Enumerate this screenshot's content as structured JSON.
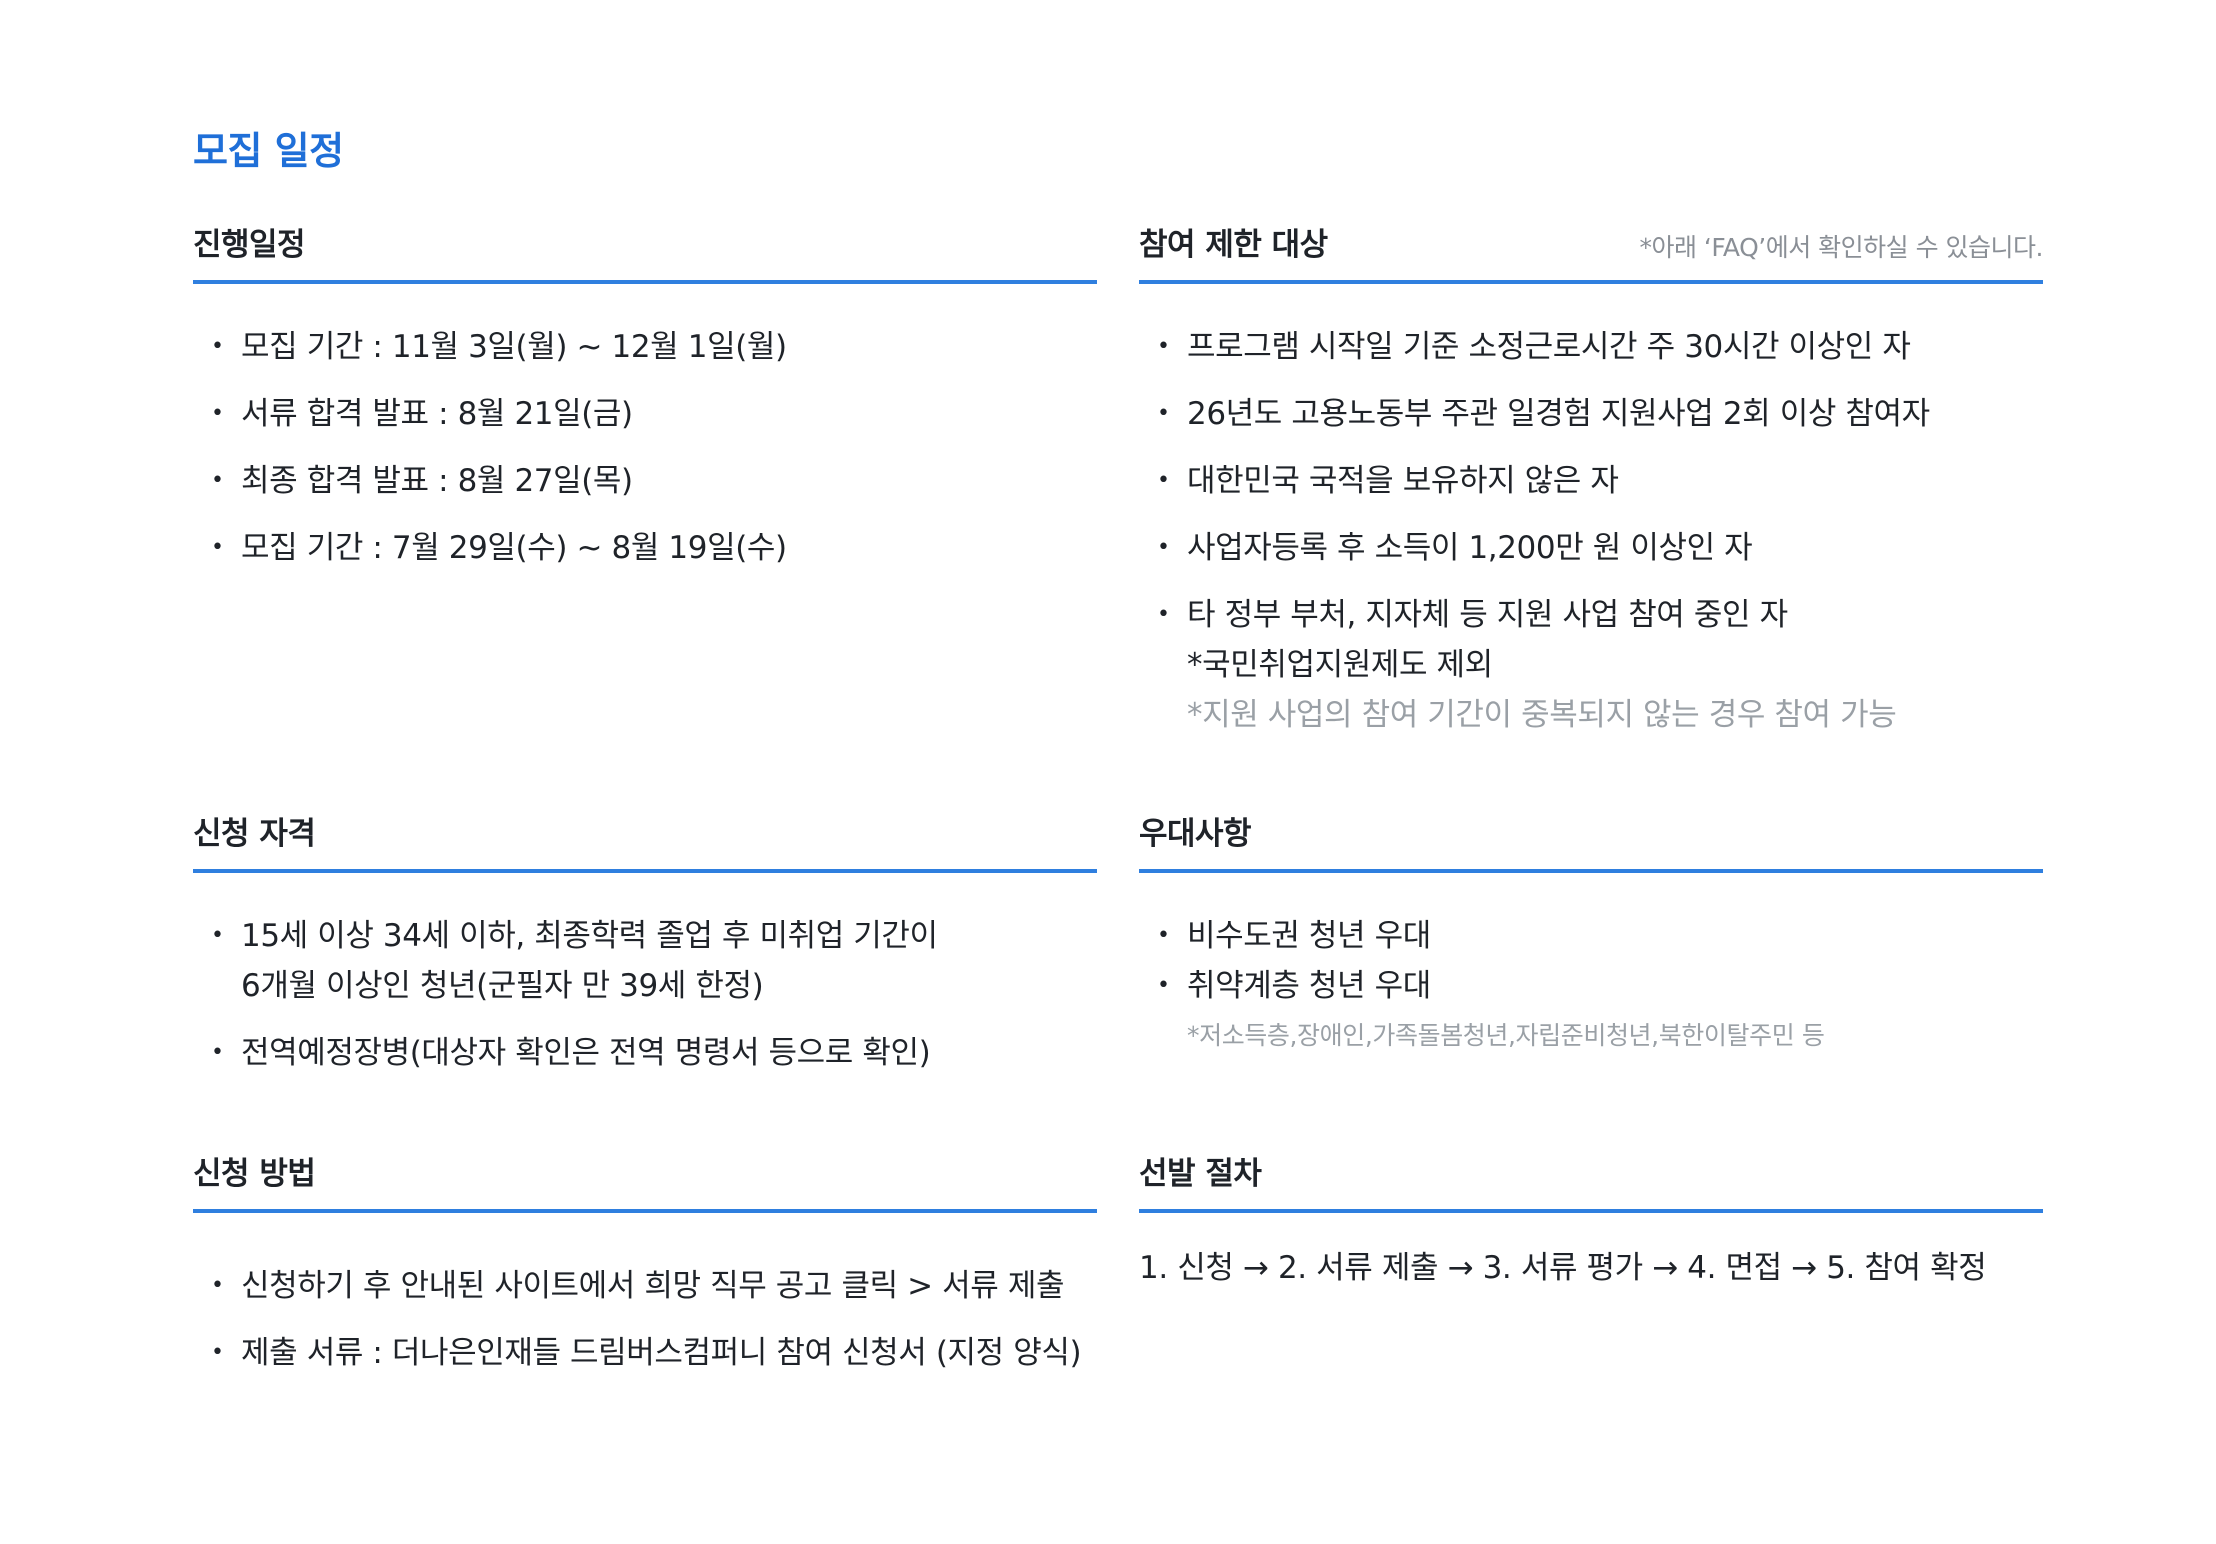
{
  "page_title": "모집 일정",
  "schedule": {
    "title": "진행일정",
    "items": [
      "모집 기간 : 11월 3일(월) ~ 12월 1일(월)",
      "서류 합격 발표 : 8월 21일(금)",
      "최종 합격 발표 : 8월 27일(목)",
      "모집 기간 : 7월 29일(수) ~ 8월 19일(수)"
    ]
  },
  "restriction": {
    "title": "참여 제한 대상",
    "note": "*아래 ‘FAQ’에서 확인하실 수 있습니다.",
    "items": [
      "프로그램 시작일 기준 소정근로시간 주 30시간 이상인 자",
      "26년도 고용노동부 주관 일경험 지원사업 2회 이상 참여자",
      "대한민국 국적을 보유하지 않은 자",
      "사업자등록 후 소득이 1,200만 원 이상인 자"
    ],
    "last_item": {
      "line1": "타 정부 부처, 지자체 등 지원 사업 참여 중인 자",
      "line2": "*국민취업지원제도 제외",
      "line3": "*지원 사업의 참여 기간이 중복되지 않는 경우 참여 가능"
    }
  },
  "eligibility": {
    "title": "신청 자격",
    "item1_line1": "15세 이상 34세 이하, 최종학력 졸업 후 미취업 기간이",
    "item1_line2": "6개월 이상인 청년(군필자 만 39세 한정)",
    "item2": "전역예정장병(대상자 확인은 전역 명령서 등으로 확인)"
  },
  "preference": {
    "title": "우대사항",
    "items": [
      "비수도권 청년 우대",
      "취약계층 청년 우대"
    ],
    "note": "*저소득층,장애인,가족돌봄청년,자립준비청년,북한이탈주민 등"
  },
  "method": {
    "title": "신청 방법",
    "items": [
      "신청하기 후 안내된 사이트에서 희망 직무 공고 클릭 > 서류 제출",
      "제출 서류 : 더나은인재들 드림버스컴퍼니 참여 신청서 (지정 양식)"
    ]
  },
  "selection": {
    "title": "선발 절차",
    "procedure": "1. 신청 → 2. 서류 제출 → 3. 서류 평가 → 4. 면접 → 5. 참여 확정"
  },
  "bullet": "•",
  "colors": {
    "accent": "#2f7fdf",
    "title": "#1f6fd8",
    "muted": "#9aa0a6"
  }
}
